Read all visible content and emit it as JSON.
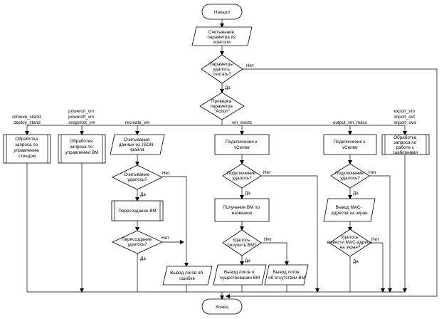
{
  "nodes": {
    "start": "Начало",
    "read_params": [
      "Считывание",
      "параметра из",
      "консоли"
    ],
    "params_ok": [
      "Параметры",
      "удалось",
      "считать?"
    ],
    "check_action": [
      "Проверка",
      "параметра",
      "\"Action\""
    ],
    "stand": [
      "Обработка",
      "запроса по",
      "управлению",
      "стендом"
    ],
    "vm_mgmt": [
      "Обработка",
      "запроса по",
      "управлению ВМ"
    ],
    "read_json": [
      "Считывание",
      "данных из JSON-",
      "файла"
    ],
    "json_ok": [
      "Считывание",
      "удалось?"
    ],
    "recreate": "Пересоздание ВМ",
    "recreate_ok": [
      "Пересоздание",
      "удалось?"
    ],
    "log_error": [
      "Вывод логов об",
      "ошибке"
    ],
    "connect_1": [
      "Подключение к",
      "vCenter"
    ],
    "connect_1_ok": [
      "Подключение",
      "удалось?"
    ],
    "get_vm": [
      "Получение ВМ по",
      "названию"
    ],
    "get_vm_ok": [
      "Удалось",
      "получить ВМ?"
    ],
    "log_exists": [
      "Вывод логов о",
      "существовании ВМ"
    ],
    "log_missing": [
      "Вывод логов",
      "об отсутствии ВМ"
    ],
    "connect_2": [
      "Подключение к",
      "vCenter"
    ],
    "connect_2_ok": [
      "Подключение",
      "удалось?"
    ],
    "show_mac": [
      "Вывод MAC-",
      "адресов на экран"
    ],
    "show_mac_ok": [
      "Удалось",
      "вывести MAC-адреса",
      "на экран?"
    ],
    "templates": [
      "Обработка",
      "запроса по",
      "работе с",
      "шаблонами"
    ],
    "end": "Конец"
  },
  "branches": {
    "stand": [
      "remove_stand",
      "deploy_stand"
    ],
    "vm": [
      "poweron_vm",
      "poweroff_vm",
      "snapshot_vm"
    ],
    "recreate": "recreate_vm",
    "exists": "vm_exists",
    "macs": "output_vm_macs",
    "templates": [
      "export_vm",
      "import_ovf",
      "import_ova"
    ]
  },
  "labels": {
    "yes": "Да",
    "no": "Нет"
  }
}
